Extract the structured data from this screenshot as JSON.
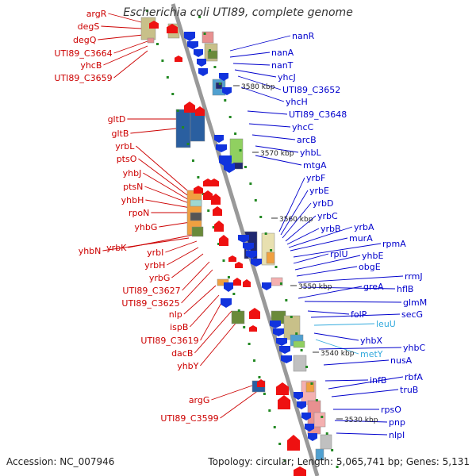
{
  "title": "Escherichia coli UTI89, complete genome",
  "accession_text": "Accession: NC_007946",
  "topology_text": "Topology: circular; Length: 5,065,741 bp; Genes: 5,131",
  "colors": {
    "axis": "#999999",
    "left_labels": "#cc0000",
    "right_labels": "#0000cc",
    "rna_labels": "#33aadd",
    "tick_dots": "#228822",
    "forward_arrows": "#ee1111",
    "reverse_arrows": "#1133dd"
  },
  "ticks": [
    "3580 kbp",
    "3570 kbp",
    "3560 kbp",
    "3550 kbp",
    "3540 kbp",
    "3530 kbp"
  ],
  "left_genes": [
    "argR",
    "degS",
    "degQ",
    "UTI89_C3664",
    "yhcB",
    "UTI89_C3659",
    "gltD",
    "gltB",
    "yrbL",
    "ptsO",
    "yhbJ",
    "ptsN",
    "yhbH",
    "rpoN",
    "yhbG",
    "yhbN",
    "yrbK",
    "yrbI",
    "yrbH",
    "yrbG",
    "UTI89_C3627",
    "UTI89_C3625",
    "nlp",
    "ispB",
    "UTI89_C3619",
    "dacB",
    "yhbY",
    "argG",
    "UTI89_C3599"
  ],
  "right_genes": [
    "nanR",
    "nanA",
    "nanT",
    "yhcJ",
    "UTI89_C3652",
    "yhcH",
    "UTI89_C3648",
    "yhcC",
    "arcB",
    "yhbL",
    "mtgA",
    "yrbF",
    "yrbE",
    "yrbD",
    "yrbC",
    "yrbB",
    "yrbA",
    "murA",
    "rpmA",
    "rplU",
    "yhbE",
    "obgE",
    "rrmJ",
    "hflB",
    "greA",
    "glmM",
    "folP",
    "secG",
    "leuU",
    "yhbX",
    "metY",
    "yhbC",
    "nusA",
    "infB",
    "rbfA",
    "truB",
    "rpsO",
    "pnp",
    "nlpI"
  ]
}
